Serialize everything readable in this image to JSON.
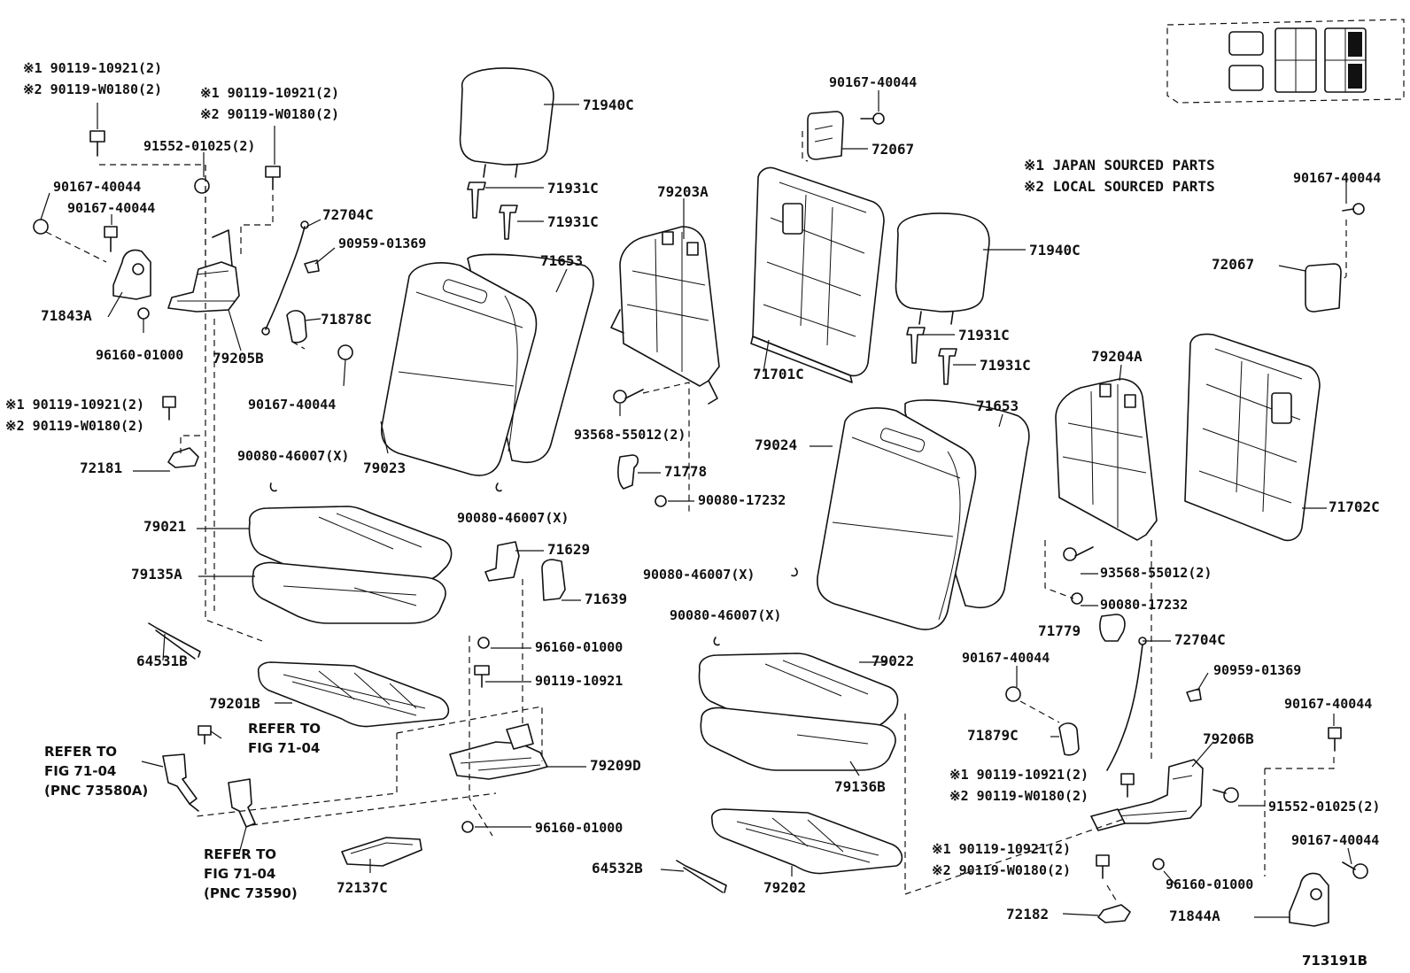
{
  "diagram": {
    "notes": {
      "note1": "※1 JAPAN SOURCED PARTS",
      "note2": "※2 LOCAL SOURCED PARTS"
    },
    "figure_number": "713191B",
    "refs": {
      "ref1_l1": "REFER TO",
      "ref1_l2": "FIG 71-04",
      "ref1_l3": "(PNC 73580A)",
      "ref2_l1": "REFER TO",
      "ref2_l2": "FIG 71-04",
      "ref3_l1": "REFER TO",
      "ref3_l2": "FIG 71-04",
      "ref3_l3": "(PNC 73590)"
    },
    "labels": {
      "l_90119_1a": "※1 90119-10921(2)",
      "l_90119_1b": "※2 90119-W0180(2)",
      "l_90119_2a": "※1 90119-10921(2)",
      "l_90119_2b": "※2 90119-W0180(2)",
      "l_91552_a": "91552-01025(2)",
      "l_90167_a": "90167-40044",
      "l_90167_b": "90167-40044",
      "l_72704c_a": "72704C",
      "l_90959_a": "90959-01369",
      "l_71843a": "71843A",
      "l_71878c": "71878C",
      "l_96160_a": "96160-01000",
      "l_79205b": "79205B",
      "l_90167_c": "90167-40044",
      "l_90119_3a": "※1 90119-10921(2)",
      "l_90119_3b": "※2 90119-W0180(2)",
      "l_72181": "72181",
      "l_90080_a": "90080-46007(X)",
      "l_79023": "79023",
      "l_79021": "79021",
      "l_79135a": "79135A",
      "l_64531b": "64531B",
      "l_79201b": "79201B",
      "l_72137c": "72137C",
      "l_71940c_a": "71940C",
      "l_71931c_a": "71931C",
      "l_71931c_b": "71931C",
      "l_71653_a": "71653",
      "l_90080_b": "90080-46007(X)",
      "l_71629": "71629",
      "l_71639": "71639",
      "l_96160_b": "96160-01000",
      "l_90119_4": "90119-10921",
      "l_79209d": "79209D",
      "l_96160_c": "96160-01000",
      "l_79203a": "79203A",
      "l_93568_a": "93568-55012(2)",
      "l_71778": "71778",
      "l_90080_17232_a": "90080-17232",
      "l_90167_d": "90167-40044",
      "l_72067_a": "72067",
      "l_71701c": "71701C",
      "l_71940c_b": "71940C",
      "l_71931c_c": "71931C",
      "l_71931c_d": "71931C",
      "l_71653_b": "71653",
      "l_79024": "79024",
      "l_90080_c": "90080-46007(X)",
      "l_90080_d": "90080-46007(X)",
      "l_79022": "79022",
      "l_79136b": "79136B",
      "l_64532b": "64532B",
      "l_79202": "79202",
      "l_90167_e": "90167-40044",
      "l_72067_b": "72067",
      "l_79204a": "79204A",
      "l_71702c": "71702C",
      "l_93568_b": "93568-55012(2)",
      "l_90080_17232_b": "90080-17232",
      "l_71779": "71779",
      "l_72704c_b": "72704C",
      "l_90167_f": "90167-40044",
      "l_90959_b": "90959-01369",
      "l_71879c": "71879C",
      "l_90167_g": "90167-40044",
      "l_79206b": "79206B",
      "l_90119_5a": "※1 90119-10921(2)",
      "l_90119_5b": "※2 90119-W0180(2)",
      "l_91552_b": "91552-01025(2)",
      "l_90119_6a": "※1 90119-10921(2)",
      "l_90119_6b": "※2 90119-W0180(2)",
      "l_96160_d": "96160-01000",
      "l_90167_h": "90167-40044",
      "l_72182": "72182",
      "l_71844a": "71844A"
    }
  }
}
